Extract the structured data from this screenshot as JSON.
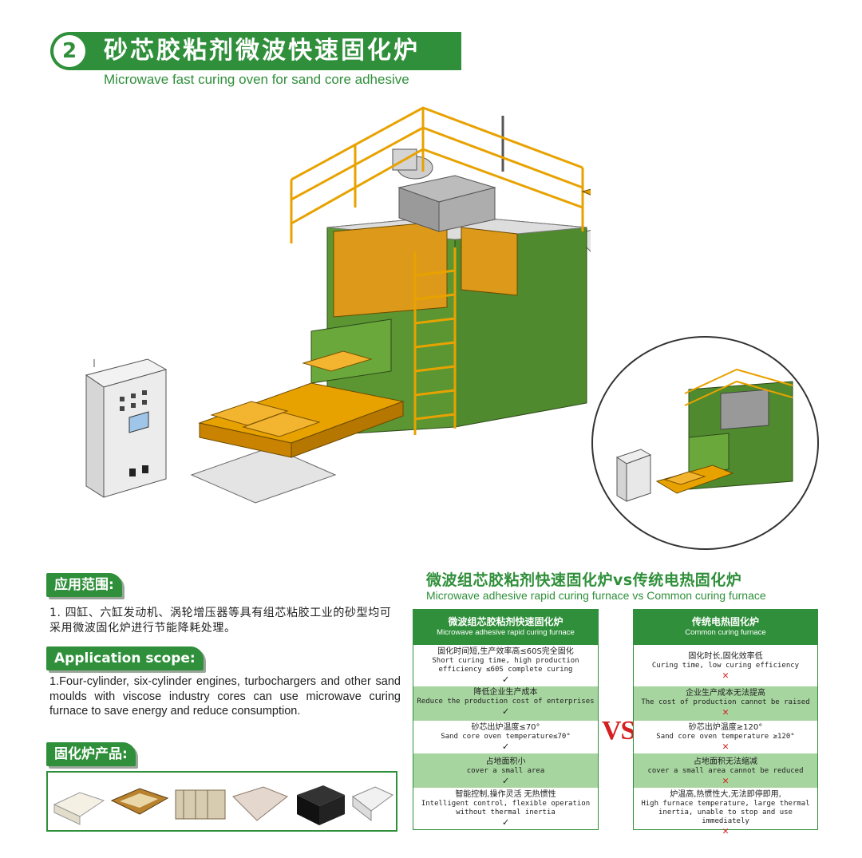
{
  "header": {
    "number": "2",
    "title": "砂芯胶粘剂微波快速固化炉",
    "subtitle": "Microwave fast curing  oven for sand core adhesive"
  },
  "application": {
    "heading_zh": "应用范围:",
    "text_zh": "1. 四缸、六缸发动机、涡轮增压器等具有组芯粘胶工业的砂型均可采用微波固化炉进行节能降耗处理。",
    "heading_en": "Application scope:",
    "text_en": "1.Four-cylinder, six-cylinder engines, turbochargers and other sand moulds with viscose industry cores can use microwave curing furnace to save energy and reduce consumption."
  },
  "products": {
    "heading": "固化炉产品:"
  },
  "comparison": {
    "title": "微波组芯胶粘剂快速固化炉vs传统电热固化炉",
    "subtitle": "Microwave adhesive rapid curing furnace vs Common curing furnace",
    "vs_label": "VS",
    "left": {
      "title_zh": "微波组芯胶粘剂快速固化炉",
      "title_en": "Microwave adhesive rapid curing furnace",
      "rows": [
        {
          "zh": "固化时间短,生产效率高≤60S完全固化",
          "en": "Short curing time, high production efficiency ≤60S complete curing",
          "mark": "✓"
        },
        {
          "zh": "降低企业生产成本",
          "en": "Reduce the production cost of enterprises",
          "mark": "✓"
        },
        {
          "zh": "砂芯出炉温度≤70°",
          "en": "Sand core oven temperature≤70°",
          "mark": "✓"
        },
        {
          "zh": "占地面积小",
          "en": "cover a small area",
          "mark": "✓"
        },
        {
          "zh": "智能控制,操作灵活 无热惯性",
          "en": "Intelligent control, flexible operation without thermal inertia",
          "mark": "✓"
        }
      ]
    },
    "right": {
      "title_zh": "传统电热固化炉",
      "title_en": "Common curing furnace",
      "rows": [
        {
          "zh": "固化时长,固化效率低",
          "en": "Curing time, low curing efficiency",
          "mark": "✕"
        },
        {
          "zh": "企业生产成本无法提高",
          "en": "The cost of production cannot be raised",
          "mark": "✕"
        },
        {
          "zh": "砂芯出炉温度≥120°",
          "en": "Sand core oven temperature ≥120°",
          "mark": "✕"
        },
        {
          "zh": "占地面积无法缩减",
          "en": "cover a small area cannot be reduced",
          "mark": "✕"
        },
        {
          "zh": "炉温高,热惯性大,无法即停即用,",
          "en": "High furnace temperature, large thermal inertia, unable to stop and use immediately",
          "mark": "✕"
        }
      ]
    }
  },
  "colors": {
    "brand_green": "#2f8f3a",
    "light_green": "#a7d5a0",
    "accent_red": "#d42020",
    "machine_orange": "#e8a200",
    "panel_green": "#4f8a2e"
  }
}
